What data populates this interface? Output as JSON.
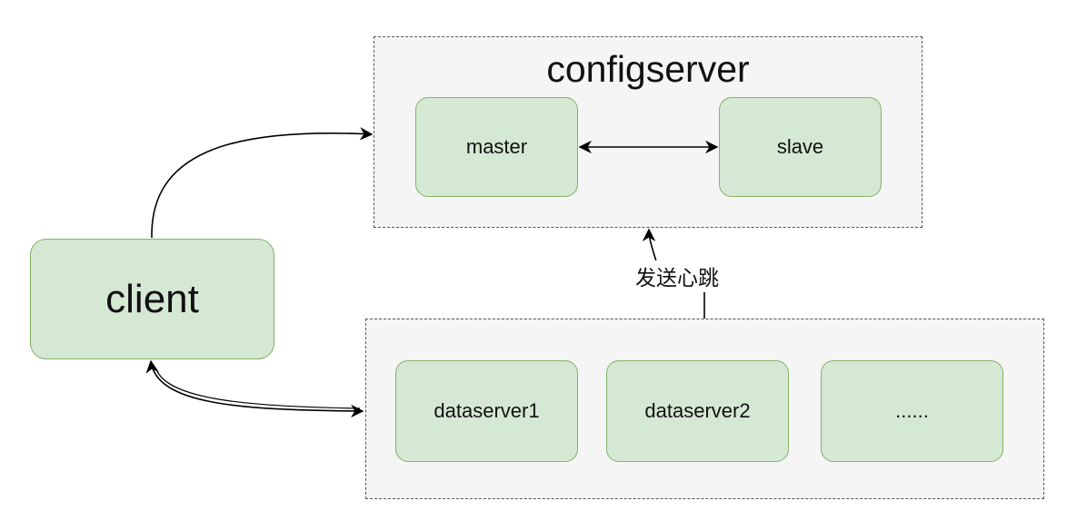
{
  "config_group": {
    "title": "configserver"
  },
  "data_group": {
    "title": ""
  },
  "nodes": {
    "client": "client",
    "master": "master",
    "slave": "slave",
    "dataserver1": "dataserver1",
    "dataserver2": "dataserver2",
    "more": "......"
  },
  "edges": {
    "heartbeat_label": "发送心跳"
  },
  "colors": {
    "node_fill": "#d5e8d4",
    "node_border": "#82b366",
    "group_fill": "#f5f5f5",
    "group_border": "#555555",
    "edge": "#000000"
  }
}
